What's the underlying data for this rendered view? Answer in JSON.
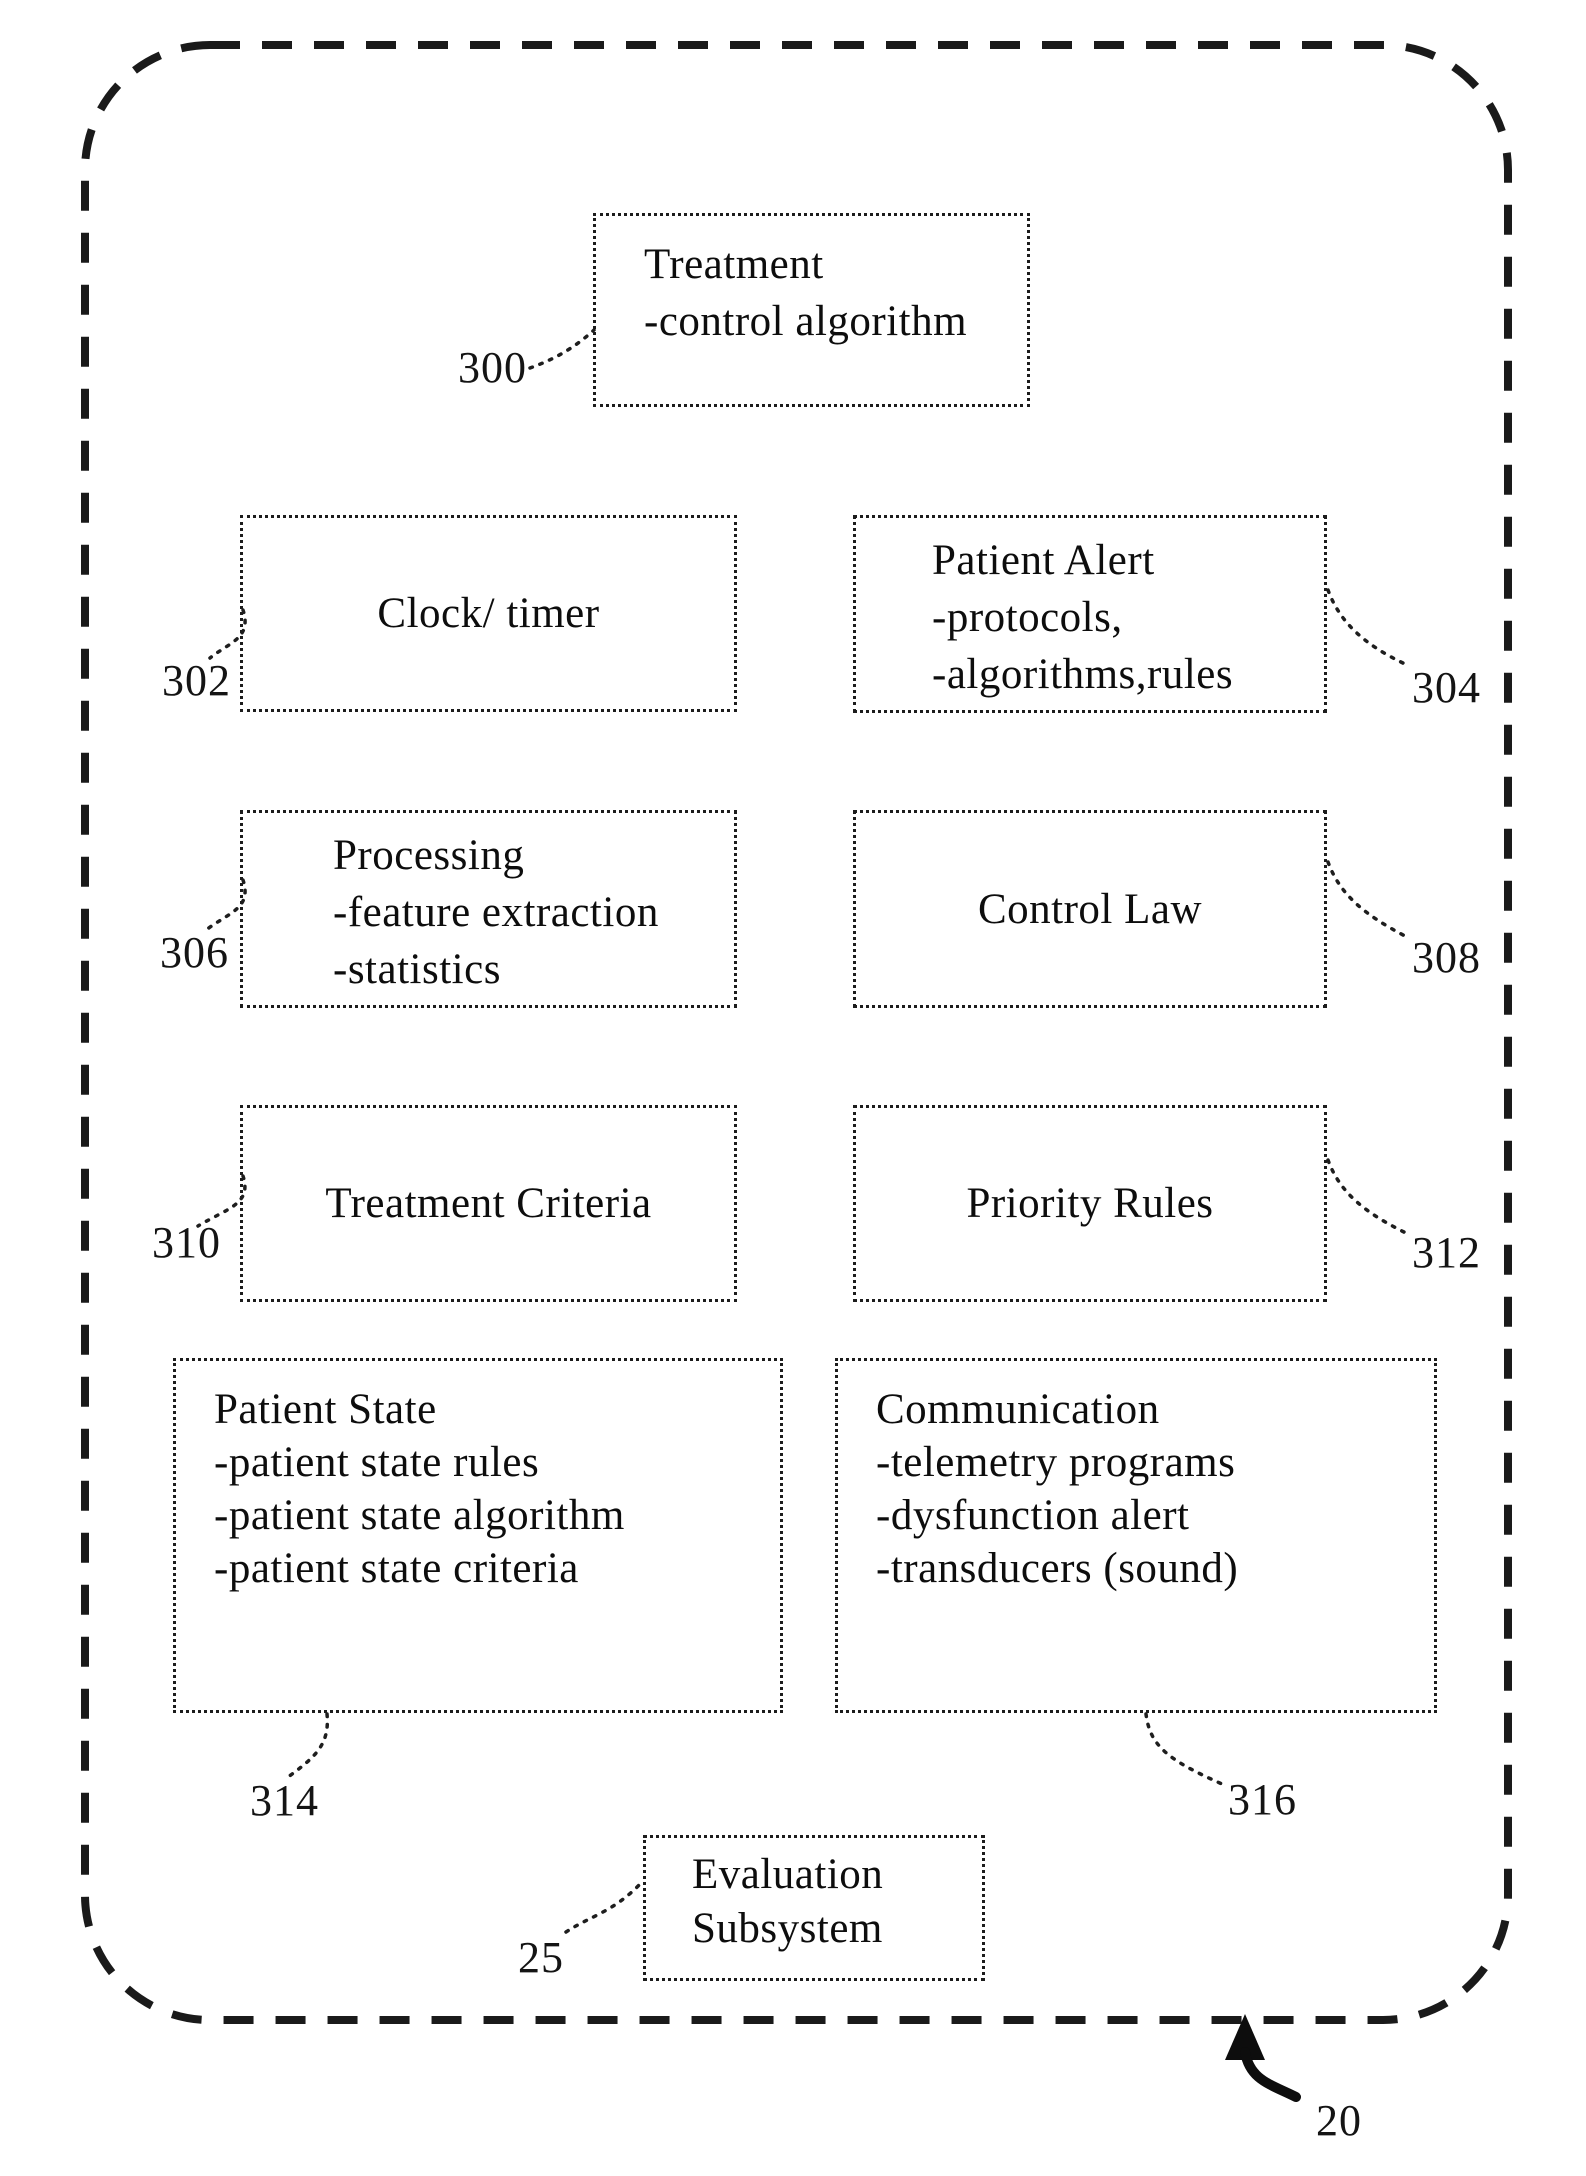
{
  "figure": {
    "outer_ref": "20",
    "boxes": {
      "treatment": {
        "lines": [
          "Treatment",
          "-control algorithm"
        ],
        "ref": "300"
      },
      "clock": {
        "lines": [
          "Clock/ timer"
        ],
        "ref": "302"
      },
      "patient_alert": {
        "lines": [
          "Patient Alert",
          "-protocols,",
          "-algorithms,rules"
        ],
        "ref": "304"
      },
      "processing": {
        "lines": [
          "Processing",
          "-feature extraction",
          "-statistics"
        ],
        "ref": "306"
      },
      "control_law": {
        "lines": [
          "Control Law"
        ],
        "ref": "308"
      },
      "treatment_criteria": {
        "lines": [
          "Treatment Criteria"
        ],
        "ref": "310"
      },
      "priority_rules": {
        "lines": [
          "Priority Rules"
        ],
        "ref": "312"
      },
      "patient_state": {
        "lines": [
          "Patient State",
          "-patient state rules",
          "-patient state algorithm",
          "-patient state criteria"
        ],
        "ref": "314"
      },
      "communication": {
        "lines": [
          "Communication",
          "-telemetry programs",
          "-dysfunction alert",
          "-transducers (sound)"
        ],
        "ref": "316"
      },
      "evaluation_subsystem": {
        "lines": [
          "Evaluation",
          "Subsystem"
        ],
        "ref": "25"
      }
    },
    "ink_color": "#141414"
  }
}
